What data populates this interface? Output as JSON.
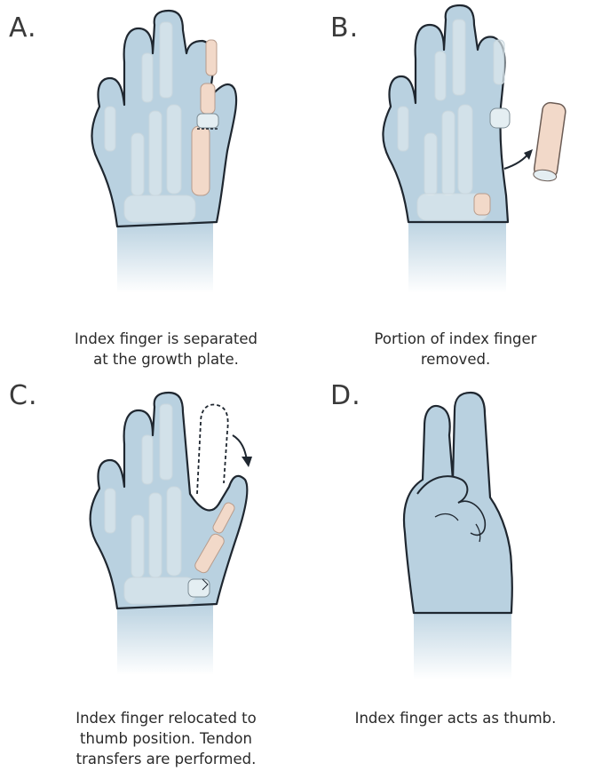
{
  "panels": [
    {
      "letter": "A.",
      "caption_lines": [
        "Index finger is separated",
        "at the growth plate."
      ]
    },
    {
      "letter": "B.",
      "caption_lines": [
        "Portion of index finger",
        "removed."
      ]
    },
    {
      "letter": "C.",
      "caption_lines": [
        "Index finger relocated to",
        "thumb position. Tendon",
        "transfers are performed."
      ]
    },
    {
      "letter": "D.",
      "caption_lines": [
        "Index finger acts as thumb."
      ]
    }
  ],
  "colors": {
    "skin": "#b9d1e0",
    "skin_outline": "#1f2730",
    "bone": "#d6e2e7",
    "bone_highlight": "#f2d9c9"
  }
}
